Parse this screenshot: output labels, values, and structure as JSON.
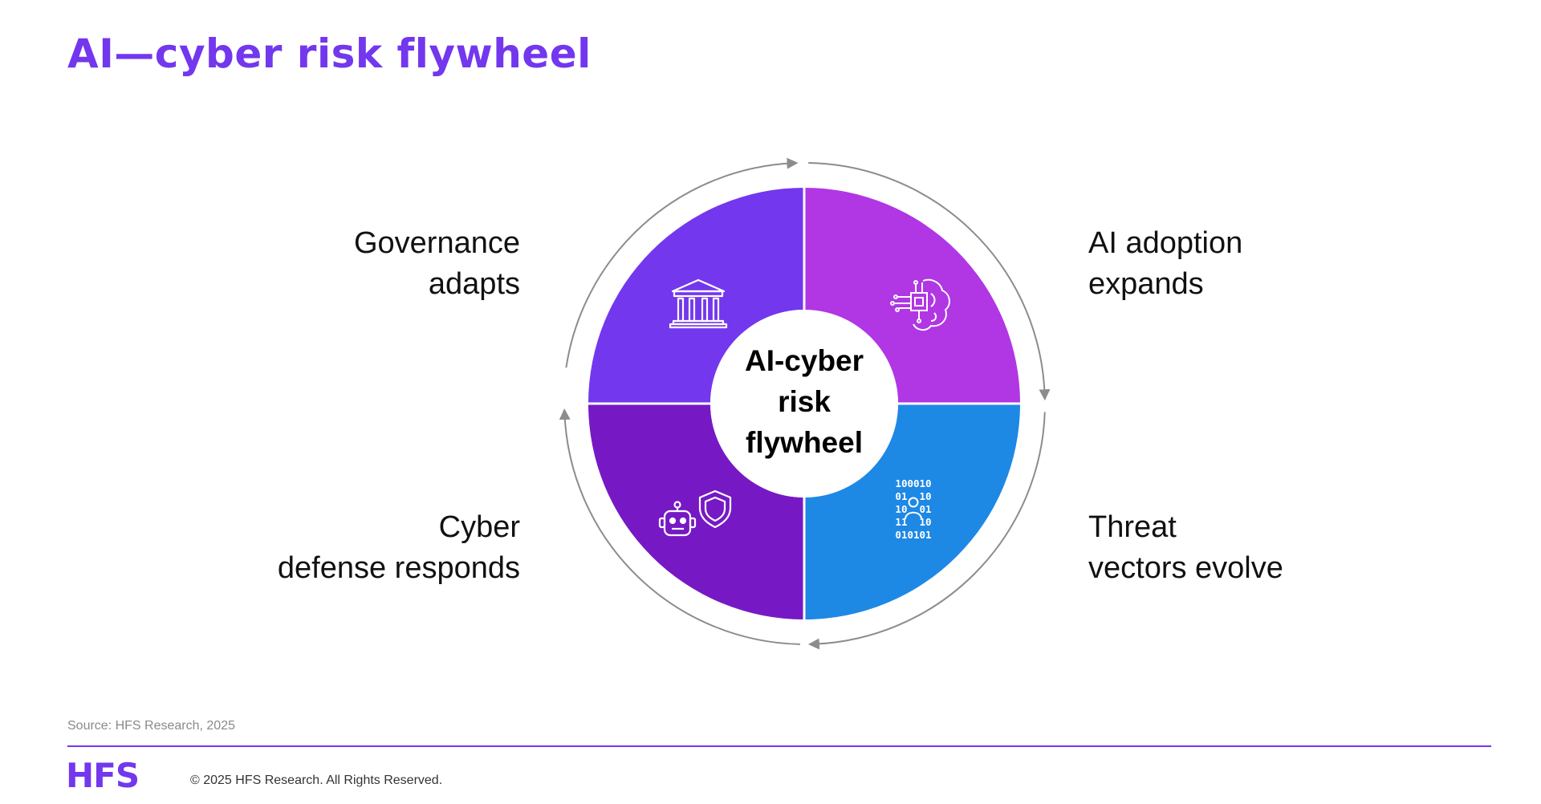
{
  "title": "AI—cyber risk flywheel",
  "center": {
    "line1": "AI-cyber",
    "line2": "risk",
    "line3": "flywheel"
  },
  "stages": {
    "ai_adoption": {
      "line1": "AI adoption",
      "line2": "expands",
      "color": "#B136E4",
      "icon": "ai-brain-chip-icon"
    },
    "threat": {
      "line1": "Threat",
      "line2": "vectors evolve",
      "color": "#1E88E5",
      "icon": "binary-user-icon",
      "binary_rows": [
        "100010",
        "01  10",
        "10  01",
        "11  10",
        "010101"
      ]
    },
    "cyber_defense": {
      "line1": "Cyber",
      "line2": "defense responds",
      "color": "#7619C4",
      "icon": "robot-shield-icon"
    },
    "governance": {
      "line1": "Governance",
      "line2": "adapts",
      "color": "#7337EE",
      "icon": "bank-building-icon"
    }
  },
  "cycle_arrow_color": "#8c8c8c",
  "source": "Source: HFS Research, 2025",
  "logo": "HFS",
  "copyright": "© 2025 HFS Research. All Rights Reserved."
}
